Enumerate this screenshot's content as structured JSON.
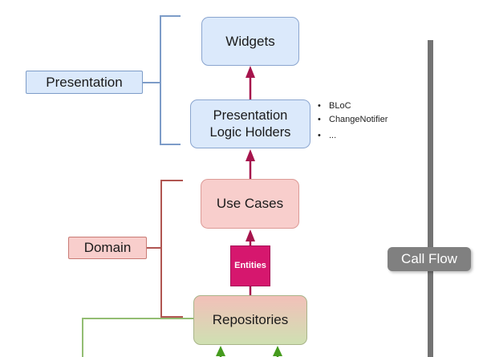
{
  "diagram": {
    "kind": "architecture-layers-diagram",
    "layers": [
      {
        "id": "presentation",
        "label": "Presentation",
        "fill": "#dbe9fb",
        "border": "#7d9cc8"
      },
      {
        "id": "domain",
        "label": "Domain",
        "fill": "#f8cecc",
        "border": "#c97b75"
      }
    ],
    "nodes": {
      "widgets": {
        "label": "Widgets"
      },
      "plh": {
        "lines": [
          "Presentation",
          "Logic Holders"
        ]
      },
      "use_cases": {
        "label": "Use Cases"
      },
      "entities": {
        "label": "Entities",
        "fill": "#d6176e"
      },
      "repositories": {
        "label": "Repositories",
        "fill_top": "#f2c0b9",
        "fill_bottom": "#cfe0b2"
      }
    },
    "notes": {
      "items": [
        "BLoC",
        "ChangeNotifier",
        "..."
      ],
      "bullet": "•"
    },
    "call_flow": {
      "label": "Call Flow",
      "line_color": "#737373",
      "label_fill": "#808080"
    },
    "colors": {
      "arrow_crimson": "#a6144c",
      "arrow_green": "#459b1e",
      "bracket_blue": "#7d9cc8",
      "bracket_red": "#b05551",
      "bracket_green": "#93bd73",
      "node_blue_fill": "#dbe9fb",
      "node_pink_fill": "#f8cecc"
    }
  }
}
